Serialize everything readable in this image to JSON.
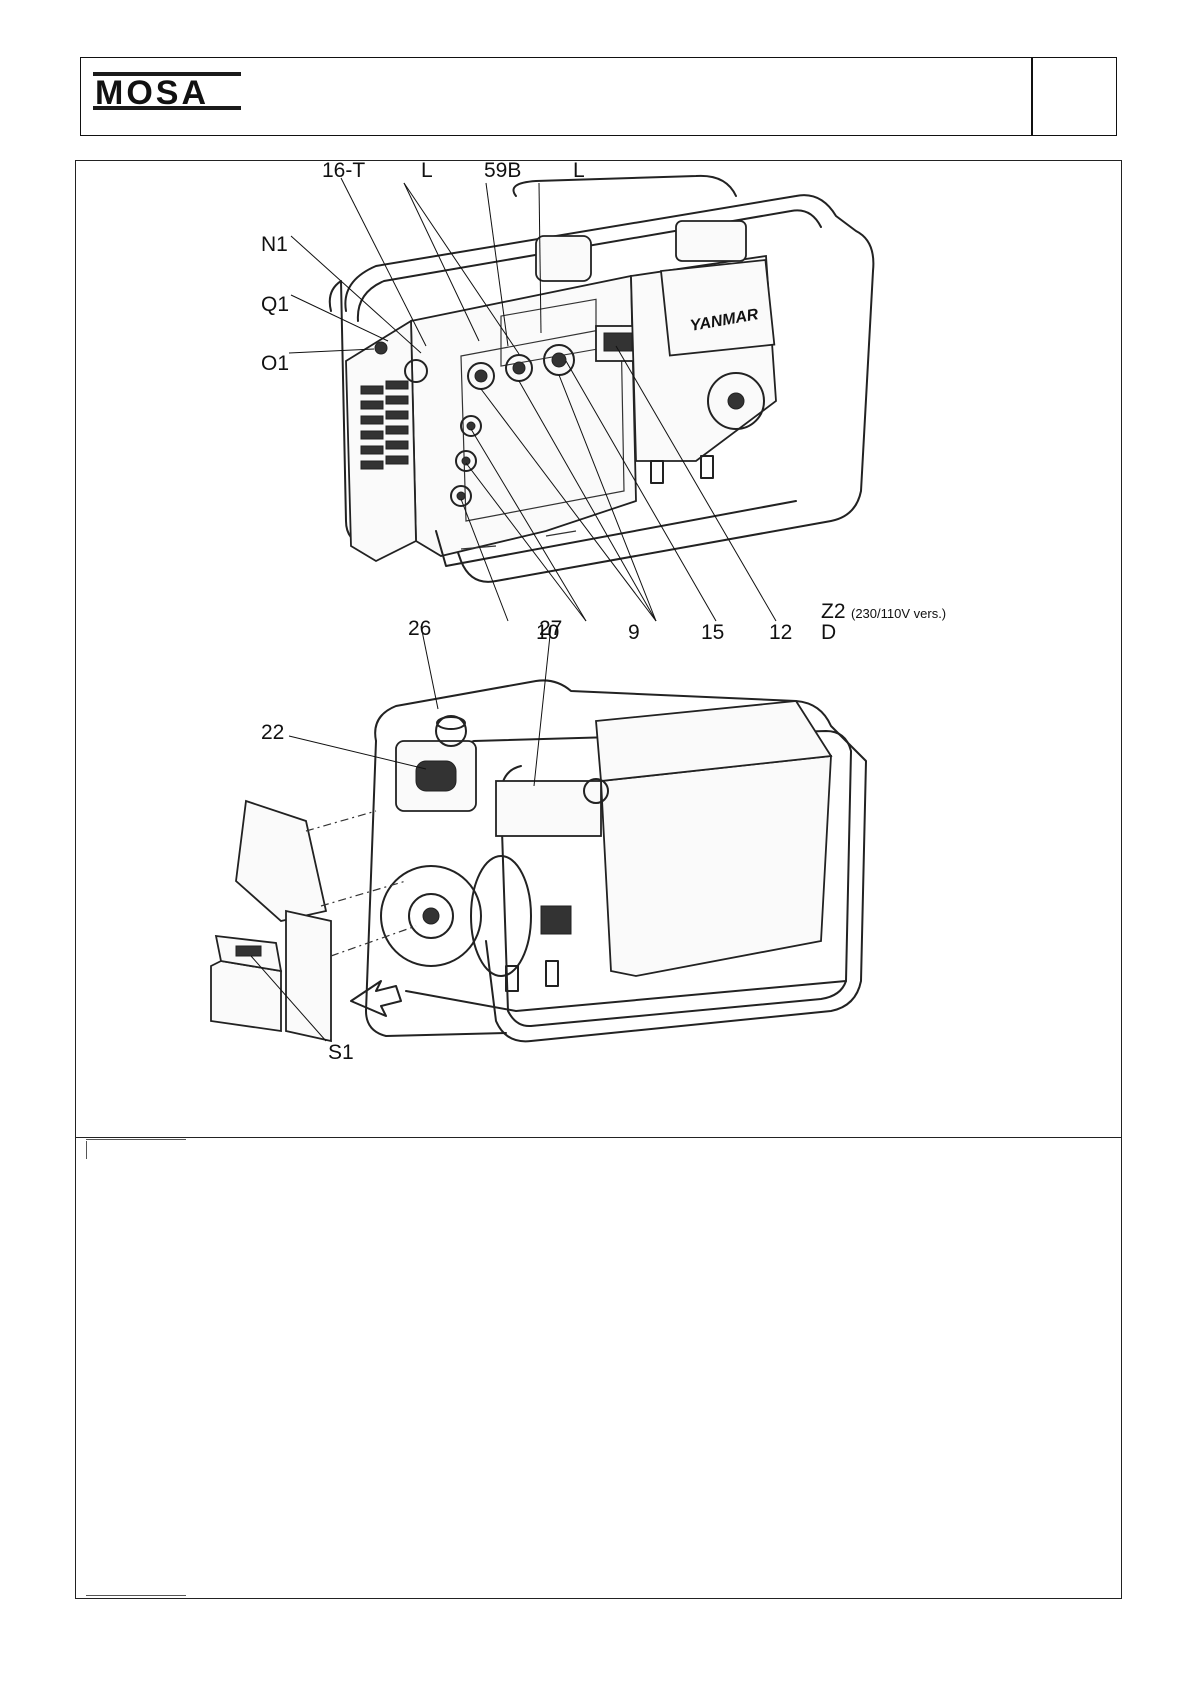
{
  "brand": {
    "logo_text": "MOSA"
  },
  "figure_top": {
    "callouts": {
      "c16t": "16-T",
      "l1": "L",
      "c59b": "59B",
      "l2": "L",
      "n1": "N1",
      "q1": "Q1",
      "o1": "O1",
      "c10": "10",
      "c9": "9",
      "c15": "15",
      "c12": "12",
      "z2": "Z2",
      "z2_note": "(230/110V vers.)",
      "d": "D"
    },
    "engine_brand": "YANMAR"
  },
  "figure_bottom": {
    "callouts": {
      "c26": "26",
      "c27": "27",
      "c22": "22",
      "s1": "S1"
    }
  }
}
